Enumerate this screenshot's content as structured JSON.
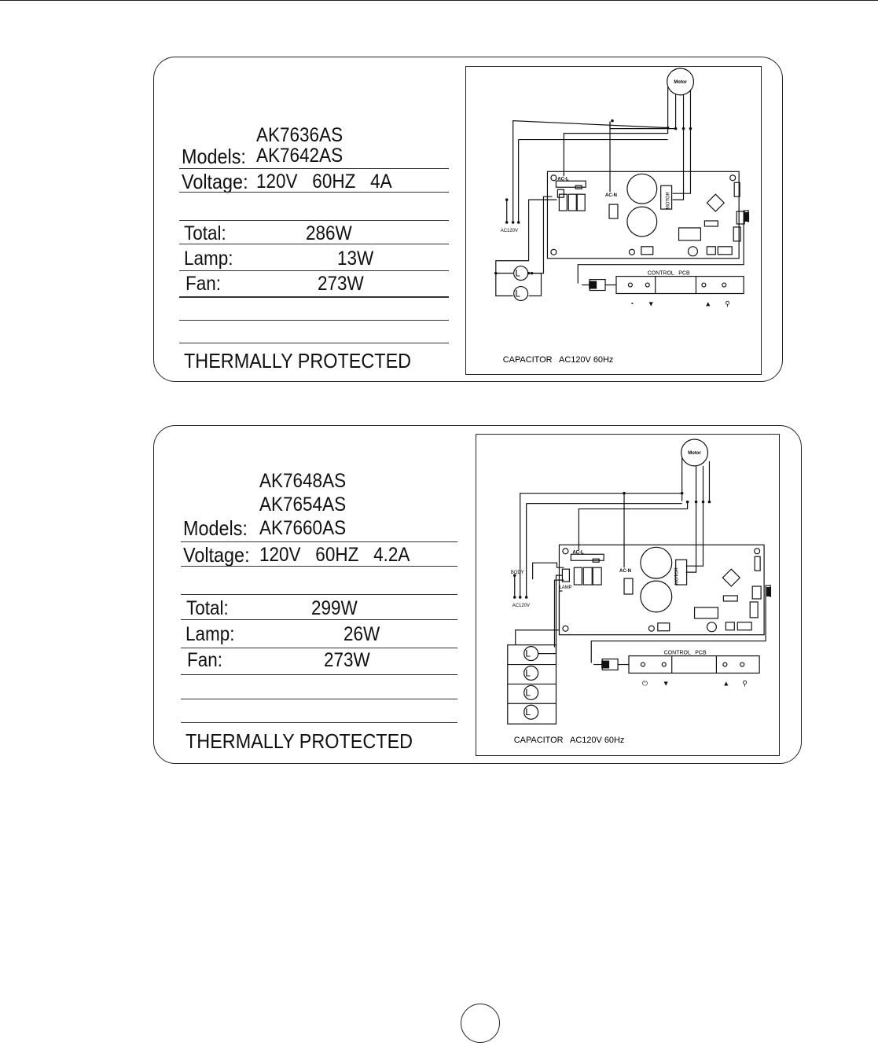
{
  "labels": [
    {
      "models_heading": "Models:",
      "models": [
        "AK7636AS",
        "AK7642AS"
      ],
      "voltage_heading": "Voltage:",
      "voltage_value": "120V   60HZ   4A",
      "total_heading": "Total:",
      "total_value": "286W",
      "lamp_heading": "Lamp:",
      "lamp_value": "13W",
      "fan_heading": "Fan:",
      "fan_value": "273W",
      "protection": "THERMALLY PROTECTED",
      "diagram": {
        "motor_label": "Motor",
        "acl_label": "AC-L",
        "acn_label": "AC-N",
        "motor_connector_label": "MOTOR",
        "supply_label": "AC120V",
        "lamp_symbol": "L",
        "lamp_count": 2,
        "control_pcb_label": "CONTROL   PCB",
        "capacitor_note": "CAPACITOR   AC120V 60Hz"
      }
    },
    {
      "models_heading": "Models:",
      "models": [
        "AK7648AS",
        "AK7654AS",
        "AK7660AS"
      ],
      "voltage_heading": "Voltage:",
      "voltage_value": "120V   60HZ   4.2A",
      "total_heading": "Total:",
      "total_value": "299W",
      "lamp_heading": "Lamp:",
      "lamp_value": "26W",
      "fan_heading": "Fan:",
      "fan_value": "273W",
      "protection": "THERMALLY PROTECTED",
      "diagram": {
        "motor_label": "Motor",
        "acl_label": "AC-L",
        "acn_label": "AC-N",
        "motor_connector_label": "MOTOR",
        "supply_label": "AC120V",
        "body_label": "BODY",
        "lamp_connector_label": "LAMP",
        "lamp_symbol": "L",
        "lamp_count": 4,
        "control_pcb_label": "CONTROL   PCB",
        "capacitor_note": "CAPACITOR   AC120V 60Hz"
      }
    }
  ]
}
